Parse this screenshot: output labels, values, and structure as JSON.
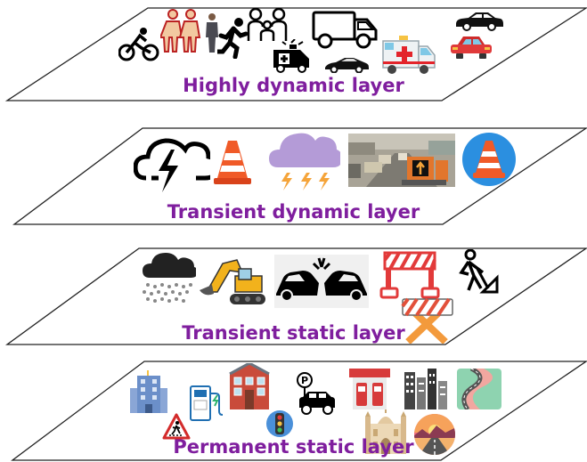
{
  "layers": [
    {
      "title": "Highly dynamic layer",
      "icons": [
        "cyclist-icon",
        "pedestrians-icon",
        "businessman-icon",
        "running-person-icon",
        "family-icon",
        "ambulance-icon",
        "delivery-truck-icon",
        "sports-car-icon",
        "ambulance-vehicle-icon",
        "sedan-icon",
        "red-car-icon"
      ]
    },
    {
      "title": "Transient dynamic layer",
      "icons": [
        "thunderstorm-icon",
        "traffic-cone-icon",
        "hail-storm-icon",
        "roadwork-photo",
        "cone-circle-icon"
      ]
    },
    {
      "title": "Transient static layer",
      "icons": [
        "hail-cloud-icon",
        "excavator-icon",
        "car-crash-icon",
        "road-barrier-icon",
        "worker-digging-icon",
        "roadblock-barrier-icon"
      ]
    },
    {
      "title": "Permanent static layer",
      "icons": [
        "office-building-icon",
        "charging-station-icon",
        "apartment-building-icon",
        "parking-car-icon",
        "gas-station-icon",
        "city-skyline-icon",
        "winding-road-icon",
        "pedestrian-crossing-sign-icon",
        "traffic-light-icon",
        "mosque-building-icon",
        "desert-road-icon"
      ]
    }
  ],
  "colors": {
    "title": "#7f1e9e",
    "outline": "#222222"
  }
}
